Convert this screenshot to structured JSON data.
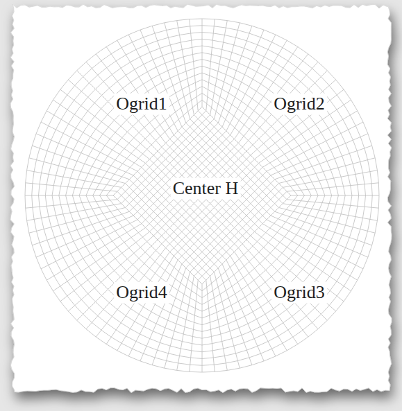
{
  "diagram": {
    "labels": [
      "Ogrid1",
      "Ogrid2",
      "Center H",
      "Ogrid4",
      "Ogrid3"
    ]
  }
}
